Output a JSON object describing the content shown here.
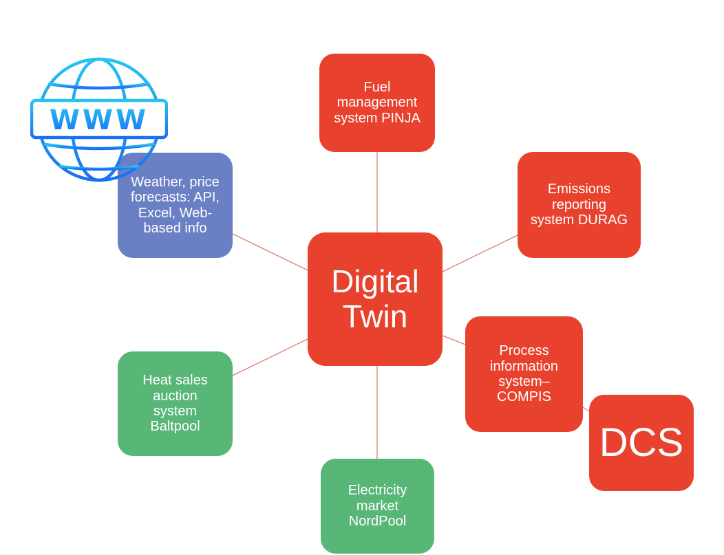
{
  "diagram": {
    "center": {
      "label": "Digital\nTwin"
    },
    "nodes": {
      "fuel": {
        "label": "Fuel\nmanagement\nsystem PINJA"
      },
      "emissions": {
        "label": "Emissions\nreporting\nsystem DURAG"
      },
      "weather": {
        "label": "Weather, price\nforecasts: API,\nExcel, Web-\nbased info"
      },
      "heat_sales": {
        "label": "Heat sales\nauction\nsystem\nBaltpool"
      },
      "electricity": {
        "label": "Electricity\nmarket\nNordPool"
      },
      "process": {
        "label": "Process\ninformation\nsystem–\nCOMPIS"
      },
      "dcs": {
        "label": "DCS"
      }
    },
    "icon": "www-globe-icon",
    "icon_text": "WWW",
    "colors": {
      "red": "#e8412d",
      "blue": "#6a7fc4",
      "green": "#58b677",
      "connector": "#d9826f",
      "icon_gradient_top": "#27c3f0",
      "icon_gradient_bottom": "#1a6ff5"
    }
  }
}
